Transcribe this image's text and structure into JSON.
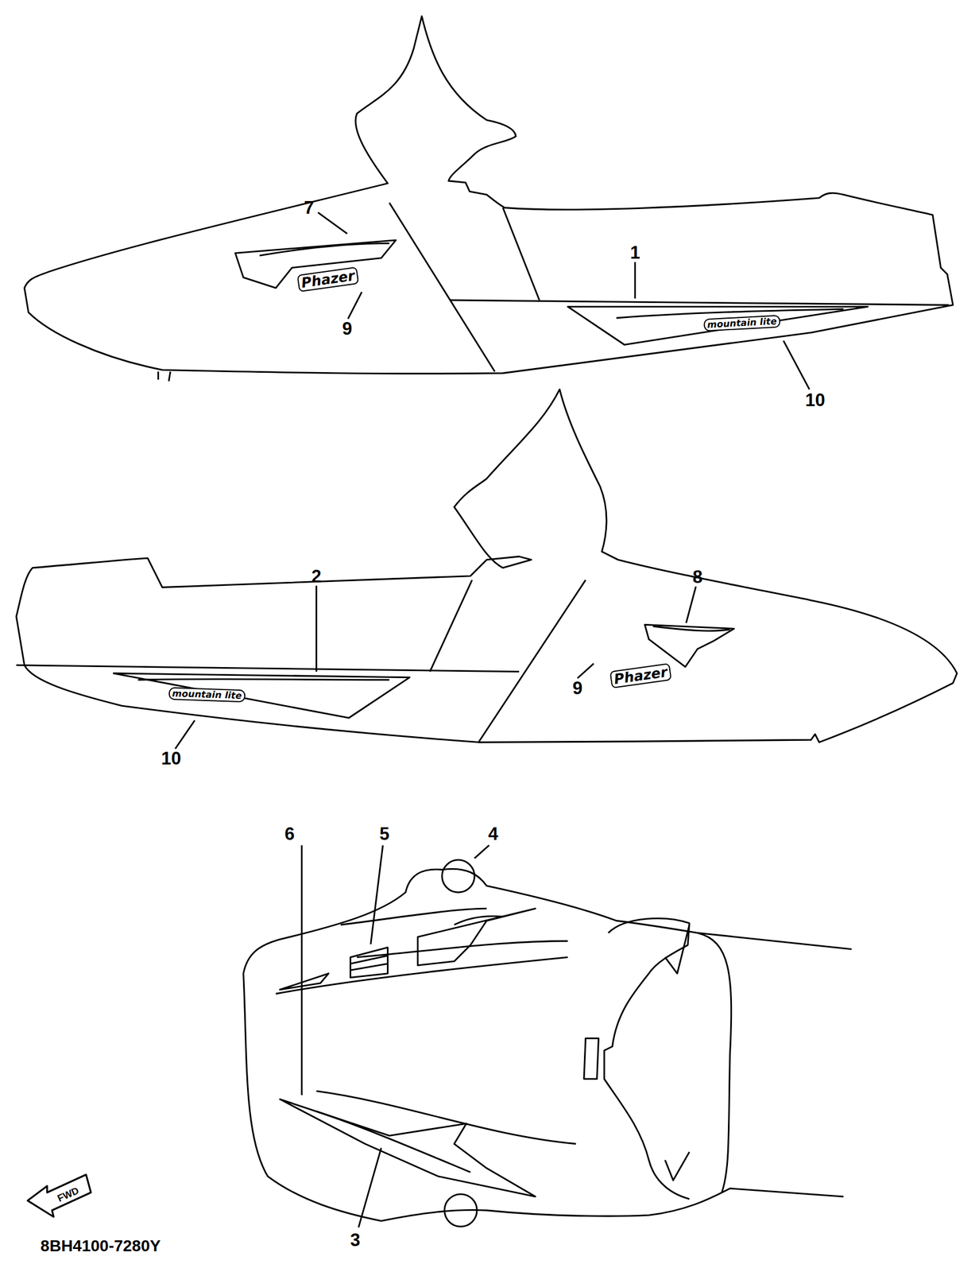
{
  "diagram": {
    "labels": [
      "7",
      "1",
      "Phazer",
      "9",
      "mountain lite",
      "10",
      "2",
      "8",
      "Phazer",
      "9",
      "mountain lite",
      "10",
      "6",
      "5",
      "4",
      "3",
      "FWD",
      "8BH4100-7280Y"
    ]
  }
}
